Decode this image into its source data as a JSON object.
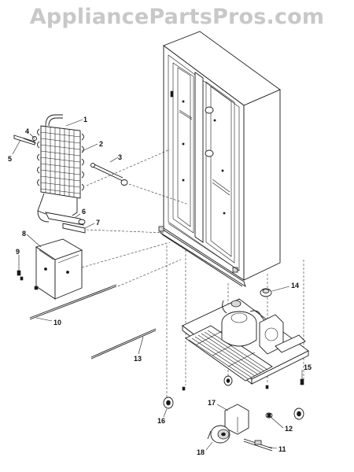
{
  "watermark": "AppliancePartsPros.com",
  "callouts": {
    "c1": "1",
    "c2": "2",
    "c3": "3",
    "c4": "4",
    "c5": "5",
    "c6": "6",
    "c7": "7",
    "c8": "8",
    "c9": "9",
    "c10": "10",
    "c11": "11",
    "c12": "12",
    "c13": "13",
    "c14": "14",
    "c15": "15",
    "c16": "16",
    "c17": "17",
    "c18": "18"
  }
}
